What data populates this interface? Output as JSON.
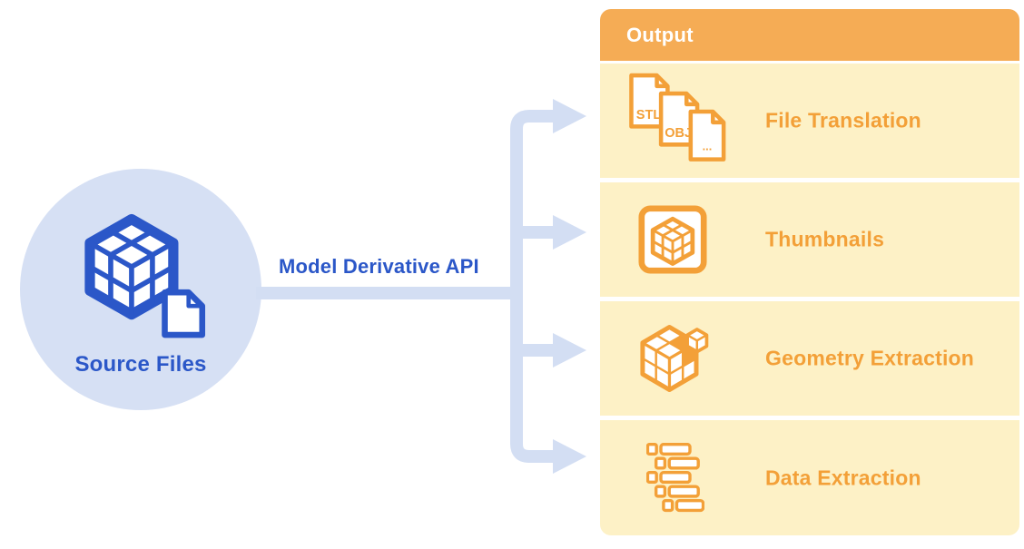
{
  "source": {
    "label": "Source Files"
  },
  "connector": {
    "label": "Model Derivative API"
  },
  "output": {
    "title": "Output",
    "rows": [
      {
        "label": "File Translation",
        "icon": "document-stack-icon",
        "files": [
          "STL",
          "OBJ",
          "..."
        ]
      },
      {
        "label": "Thumbnails",
        "icon": "framed-cube-icon"
      },
      {
        "label": "Geometry Extraction",
        "icon": "exploded-cube-icon"
      },
      {
        "label": "Data Extraction",
        "icon": "data-rows-icon"
      }
    ]
  },
  "colors": {
    "accent_blue": "#2B57C8",
    "bubble_blue": "#D6E0F4",
    "connector_blue": "#D3DEF3",
    "accent_orange": "#F3A038",
    "header_orange": "#F5AC55",
    "row_yellow": "#FDF1C6"
  }
}
